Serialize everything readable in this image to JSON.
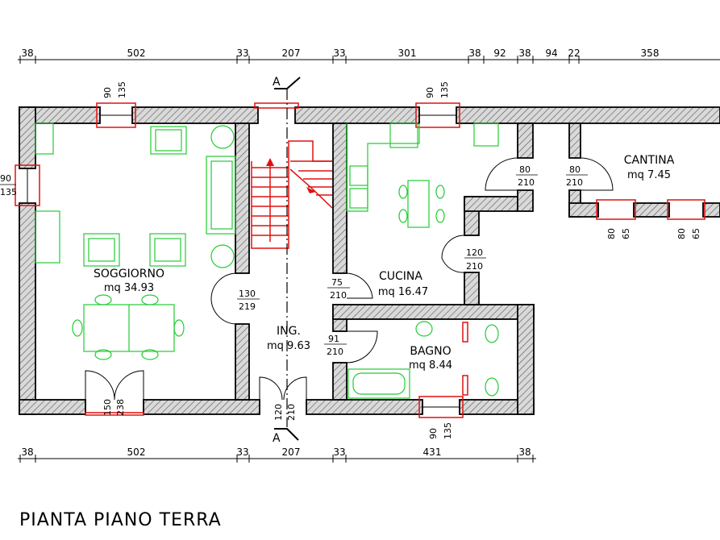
{
  "title": "PIANTA PIANO TERRA",
  "section_marker": "A",
  "top_dimensions": [
    "38",
    "502",
    "33",
    "207",
    "33",
    "301",
    "38",
    "92",
    "38",
    "94",
    "22",
    "358"
  ],
  "bottom_dimensions": [
    "38",
    "502",
    "33",
    "207",
    "33",
    "431",
    "38"
  ],
  "rooms": {
    "soggiorno": {
      "name": "SOGGIORNO",
      "area": "mq 34.93"
    },
    "ingresso": {
      "name": "ING.",
      "area": "mq 9.63"
    },
    "cucina": {
      "name": "CUCINA",
      "area": "mq 16.47"
    },
    "bagno": {
      "name": "BAGNO",
      "area": "mq 8.44"
    },
    "cantina": {
      "name": "CANTINA",
      "area": "mq 7.45"
    }
  },
  "openings": {
    "win_sog_top": {
      "w": "90",
      "h": "135"
    },
    "win_sog_left": {
      "w": "90",
      "h": "135"
    },
    "win_cuc_top": {
      "w": "90",
      "h": "135"
    },
    "win_bagno": {
      "w": "90",
      "h": "135"
    },
    "win_cant_1": {
      "w": "80",
      "h": "65"
    },
    "win_cant_2": {
      "w": "80",
      "h": "65"
    },
    "door_sog_bottom": {
      "w": "150",
      "h": "238"
    },
    "door_ing_bottom": {
      "w": "120",
      "h": "210"
    },
    "door_sog_ing": {
      "w": "130",
      "h": "219"
    },
    "door_cucina": {
      "w": "75",
      "h": "210"
    },
    "door_bagno": {
      "w": "91",
      "h": "210"
    },
    "door_disimp": {
      "w": "120",
      "h": "210"
    },
    "door_cant_a": {
      "w": "80",
      "h": "210"
    },
    "door_cant_b": {
      "w": "80",
      "h": "210"
    }
  }
}
